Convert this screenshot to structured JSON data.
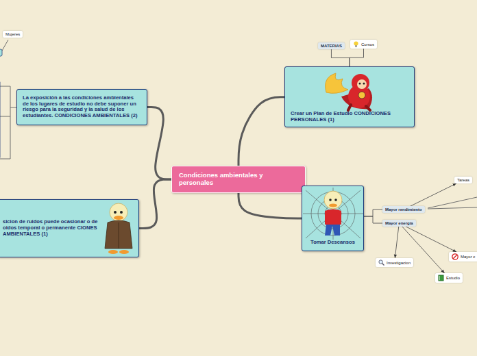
{
  "diagram": {
    "nodes": [
      {
        "text": [
          "Condiciones ambientales y personales"
        ]
      },
      {
        "text": [
          "La exposición a las condiciones ambientales de los lugares de estudio no debe suponer un riesgo para la seguridad y la salud de los estudiantes. CONDICIONES AMBIENTALES (2)"
        ]
      },
      {
        "text": [
          "Crear un Plan de Estudio CONDICIONES PERSONALES (1)"
        ]
      },
      {
        "text": [
          "MATERIAS"
        ]
      },
      {
        "text": [
          "Cursos"
        ]
      },
      {
        "text": [
          "sicion de ruidos puede ocasionar o de oidos temporal o permanente CIONES AMBIENTALES (1)"
        ]
      },
      {
        "text": [
          "Tomar Descansos"
        ]
      },
      {
        "text": [
          "Mayor rendimiento"
        ]
      },
      {
        "text": [
          "Mayor energía"
        ]
      },
      {
        "text": [
          "Tareas"
        ]
      },
      {
        "text": [
          "Investigacion"
        ]
      },
      {
        "text": [
          "Estudio"
        ]
      },
      {
        "text": [
          "Mayor c"
        ]
      },
      {
        "text": [
          "Mujeres"
        ]
      }
    ],
    "edges": [
      {
        "from": 0,
        "to": 1,
        "arrow": "none"
      },
      {
        "from": 0,
        "to": 5,
        "arrow": "none"
      },
      {
        "from": 0,
        "to": 2,
        "arrow": "none"
      },
      {
        "from": 0,
        "to": 6,
        "arrow": "none"
      },
      {
        "from": 2,
        "to": 3,
        "arrow": "none"
      },
      {
        "from": 2,
        "to": 4,
        "arrow": "none"
      },
      {
        "from": 6,
        "to": 7,
        "arrow": "none"
      },
      {
        "from": 6,
        "to": 8,
        "arrow": "none"
      },
      {
        "from": 7,
        "to": 9,
        "arrow": "to"
      },
      {
        "from": 8,
        "to": 10,
        "arrow": "to"
      },
      {
        "from": 8,
        "to": 11,
        "arrow": "to"
      },
      {
        "from": 8,
        "to": 12,
        "arrow": "to"
      }
    ]
  }
}
